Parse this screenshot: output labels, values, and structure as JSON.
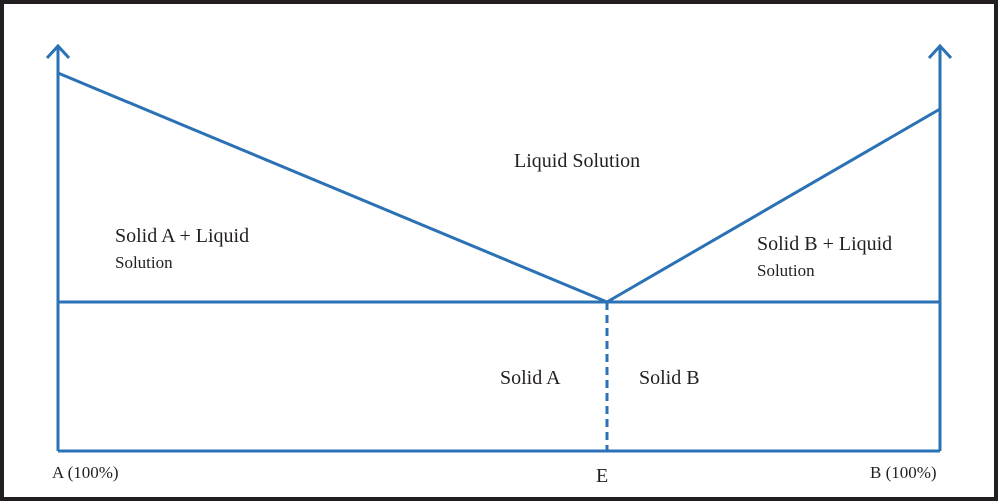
{
  "colors": {
    "line": "#2a72b5",
    "frame": "#231f20",
    "text": "#231f20"
  },
  "labels": {
    "liquid": "Liquid Solution",
    "solid_a_liquid": "Solid A + Liquid",
    "solid_a_liquid_2": "Solution",
    "solid_b_liquid": "Solid B + Liquid",
    "solid_b_liquid_2": "Solution",
    "solid_a": "Solid A",
    "solid_b": "Solid B",
    "axis_a": "A (100%)",
    "axis_e": "E",
    "axis_b": "B (100%)"
  }
}
